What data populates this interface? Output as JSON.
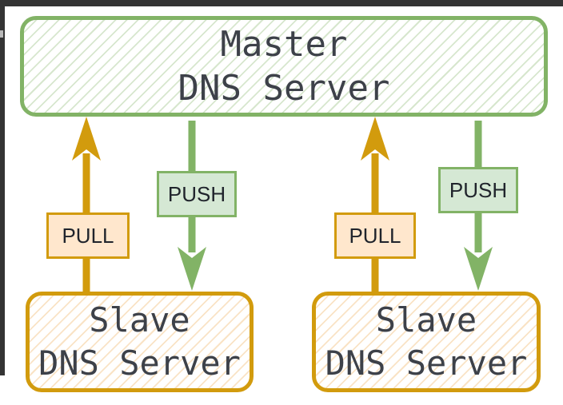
{
  "diagram": {
    "master": {
      "line1": "Master",
      "line2": "DNS Server"
    },
    "slave_left": {
      "line1": "Slave",
      "line2": "DNS Server"
    },
    "slave_right": {
      "line1": "Slave",
      "line2": "DNS Server"
    },
    "flow_labels": {
      "pull_left": "PULL",
      "push_left": "PUSH",
      "pull_right": "PULL",
      "push_right": "PUSH"
    },
    "colors": {
      "green_stroke": "#82b366",
      "green_fill": "#d5e8d4",
      "orange_stroke": "#d29b0d",
      "orange_fill": "#ffe7cd",
      "node_text": "#3d4149",
      "flow_label_text": "#20242c",
      "window_frame": "#343434"
    }
  }
}
